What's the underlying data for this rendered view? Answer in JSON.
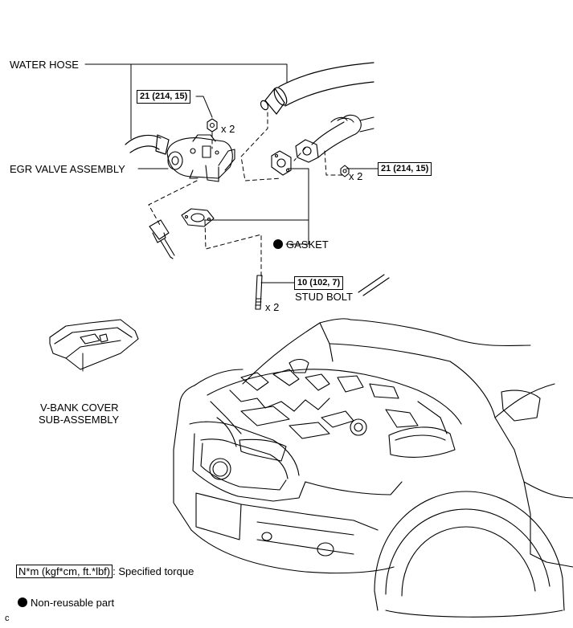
{
  "labels": {
    "water_hose": "WATER HOSE",
    "egr_valve": "EGR VALVE ASSEMBLY",
    "gasket": "GASKET",
    "stud_bolt": "STUD BOLT",
    "v_bank_line1": "V-BANK COVER",
    "v_bank_line2": "SUB-ASSEMBLY"
  },
  "torques": {
    "nut_top": "21 (214, 15)",
    "nut_right": "21 (214, 15)",
    "stud": "10 (102, 7)"
  },
  "quantities": {
    "nut_top": "x 2",
    "nut_right": "x 2",
    "stud": "x 2"
  },
  "legend": {
    "torque_unit": "N*m (kgf*cm, ft.*lbf)",
    "torque_desc": ": Specified torque",
    "nonreusable": "Non-reusable part"
  },
  "corner_mark": "c"
}
